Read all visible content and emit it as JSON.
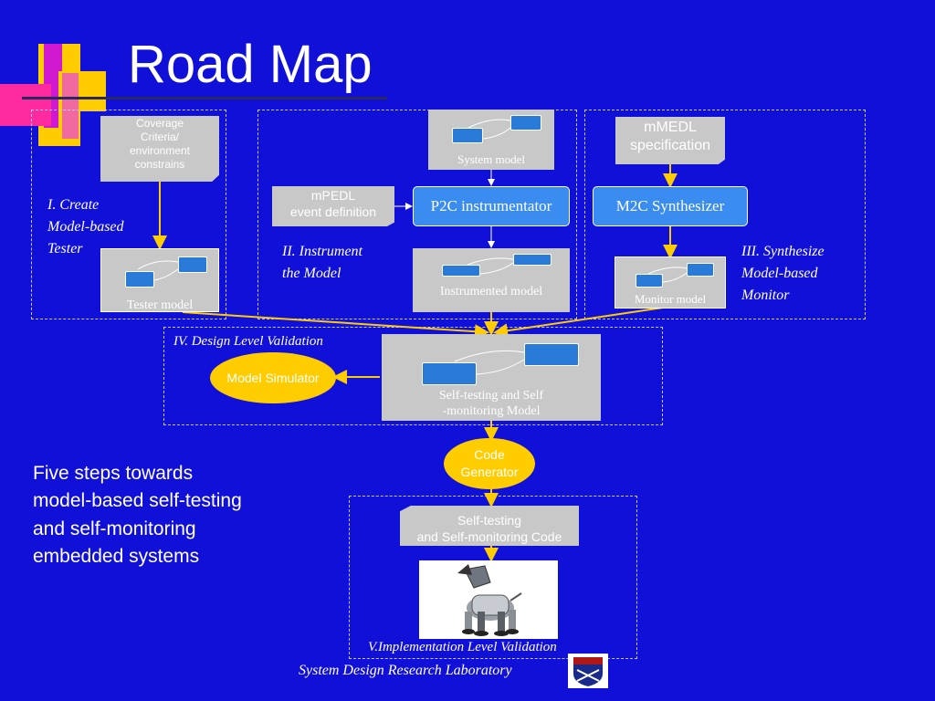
{
  "slide": {
    "title": "Road Map",
    "body_text": [
      "Five steps towards",
      "model-based self-testing",
      "and self-monitoring",
      "embedded systems"
    ],
    "footer": "System Design Research Laboratory"
  },
  "colors": {
    "background": "#1010D8",
    "arrow": "#ffcc00",
    "box_blue": "#3a8cf0",
    "gray": "#c8c8c8",
    "ellipse": "#ffcc00"
  },
  "step1": {
    "doc_label": [
      "Coverage",
      "Criteria/",
      "environment",
      "constrains"
    ],
    "label": [
      "I. Create",
      "Model-based",
      "Tester"
    ],
    "model_caption": "Tester model"
  },
  "step2": {
    "system_model": "System model",
    "doc_label": [
      "mPEDL",
      "event definition"
    ],
    "instrumentator": "P2C instrumentator",
    "label": [
      "II. Instrument",
      "the Model"
    ],
    "instrumented_model": "Instrumented model"
  },
  "step3": {
    "doc_label": [
      "mMEDL",
      "specification"
    ],
    "synthesizer": "M2C Synthesizer",
    "label": [
      "III. Synthesize",
      "Model-based",
      "Monitor"
    ],
    "monitor_model": "Monitor model"
  },
  "step4": {
    "label": "IV. Design Level Validation",
    "simulator": "Model Simulator",
    "model_caption": [
      "Self-testing and Self",
      "-monitoring Model"
    ],
    "code_generator": [
      "Code",
      "Generator"
    ]
  },
  "step5": {
    "doc_label": [
      "Self-testing",
      "and Self-monitoring Code"
    ],
    "label": "V.Implementation Level Validation",
    "robot_icon": "robot-dog-icon"
  },
  "logo_icon": "university-shield-icon"
}
